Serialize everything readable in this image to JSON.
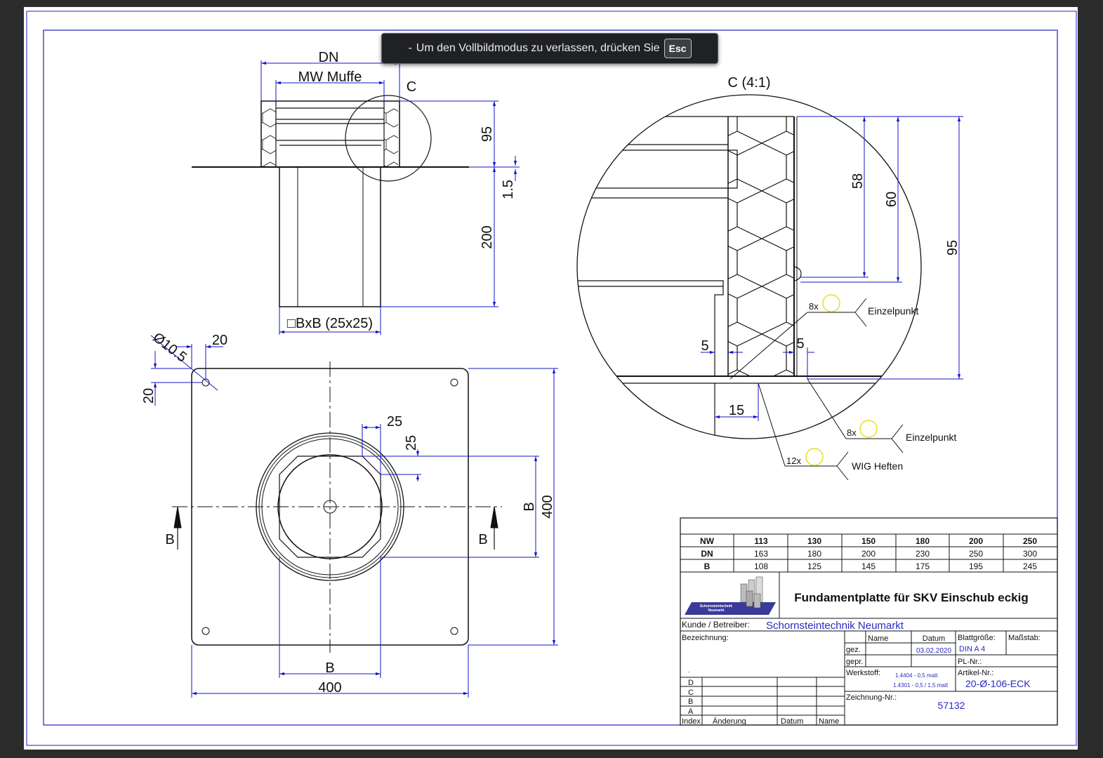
{
  "toast": {
    "prefix": "-",
    "message": "Um den Vollbildmodus zu verlassen, drücken Sie",
    "key": "Esc"
  },
  "side_view": {
    "dn": "DN",
    "mw_muffe": "MW Muffe",
    "detail_marker": "C",
    "dim_95": "95",
    "dim_1_5": "1.5",
    "dim_200": "200",
    "bxb": "□BxB (25x25)"
  },
  "plan_view": {
    "hole_dia": "Ø10.5",
    "dim_20_top": "20",
    "dim_20_left": "20",
    "dim_25_h": "25",
    "dim_25_v": "25",
    "b_right": "B",
    "dim_400_right": "400",
    "b_bottom": "B",
    "dim_400_bottom": "400",
    "section_left": "B",
    "section_right": "B"
  },
  "detail_view": {
    "title": "C (4:1)",
    "dim_58": "58",
    "dim_60": "60",
    "dim_95": "95",
    "dim_5_left": "5",
    "dim_5_right": "5",
    "dim_15": "15",
    "weld1_count": "8x",
    "weld1_label": "Einzelpunkt",
    "weld2_count": "8x",
    "weld2_label": "Einzelpunkt",
    "weld3_count": "12x",
    "weld3_label": "WIG Heften"
  },
  "size_table": {
    "rows": [
      [
        "NW",
        "113",
        "130",
        "150",
        "180",
        "200",
        "250"
      ],
      [
        "DN",
        "163",
        "180",
        "200",
        "230",
        "250",
        "300"
      ],
      [
        "B",
        "108",
        "125",
        "145",
        "175",
        "195",
        "245"
      ]
    ]
  },
  "title_block": {
    "logo_line1": "Schornsteintechnik",
    "logo_line2": "Neumarkt",
    "title": "Fundamentplatte für SKV Einschub eckig",
    "kunde_label": "Kunde  /  Betreiber:",
    "kunde_value": "Schornsteintechnik Neumarkt",
    "bezeichnung_label": "Bezeichnung:",
    "name_header": "Name",
    "datum_header": "Datum",
    "gez_label": "gez.",
    "gez_date": "03.02.2020",
    "gepr_label": "gepr.",
    "blatt_label": "Blattgröße:",
    "blatt_value": "DIN  A  4",
    "massstab_label": "Maßstab:",
    "pl_label": "PL-Nr.:",
    "werkstoff_label": "Werkstoff:",
    "werkstoff_1": "1.4404 - 0,5 matt",
    "werkstoff_2": "1.4301 - 0,5 / 1,5 matt",
    "artikel_label": "Artikel-Nr.:",
    "artikel_value": "20-Ø-106-ECK",
    "zeichnung_label": "Zeichnung-Nr.:",
    "zeichnung_value": "57132",
    "rev_rows": [
      "D",
      "C",
      "B",
      "A"
    ],
    "index_label": "Index",
    "aenderung_label": "Änderung",
    "datum_label": "Datum",
    "rev_name_label": "Name",
    "dot": "."
  },
  "colors": {
    "dimension": "#1515c8",
    "outline": "#111111",
    "sheet_frame": "#2020c0",
    "weld_marker": "#e8e020",
    "customer_text": "#2a2ac0"
  }
}
